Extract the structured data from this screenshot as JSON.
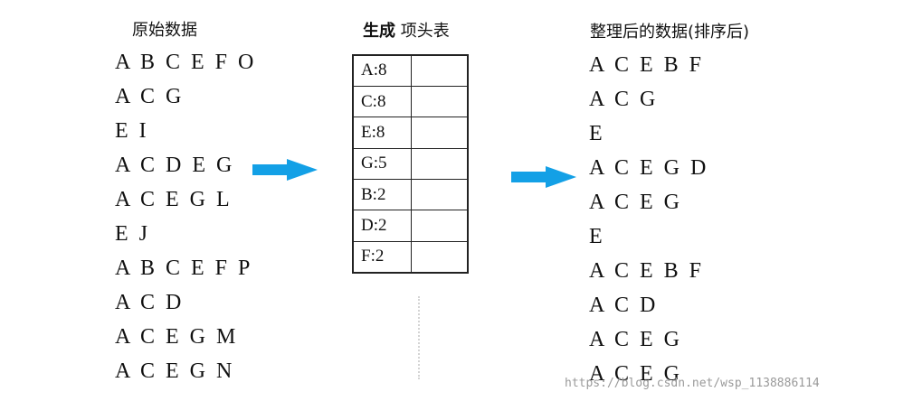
{
  "headings": {
    "original": "原始数据",
    "header_table_bold": "生成",
    "header_table_rest": " 项头表",
    "sorted": "整理后的数据(排序后)"
  },
  "original_data": [
    "A B C E F O",
    "A C G",
    "E I",
    "A C D E G",
    "A C E G L",
    "E J",
    "A B C E F P",
    "A C D",
    "A C E G M",
    "A C E G N"
  ],
  "header_table": [
    {
      "item": "A:8"
    },
    {
      "item": "C:8"
    },
    {
      "item": "E:8"
    },
    {
      "item": "G:5"
    },
    {
      "item": "B:2"
    },
    {
      "item": "D:2"
    },
    {
      "item": "F:2"
    }
  ],
  "sorted_data": [
    "A C E B F",
    "A C G",
    "E",
    "A C E G D",
    "A C E G",
    "E",
    "A C E B F",
    "A C D",
    "A C E G",
    "A C E G"
  ],
  "arrow_color": "#13a0e6",
  "watermark": "https://blog.csdn.net/wsp_1138886114"
}
